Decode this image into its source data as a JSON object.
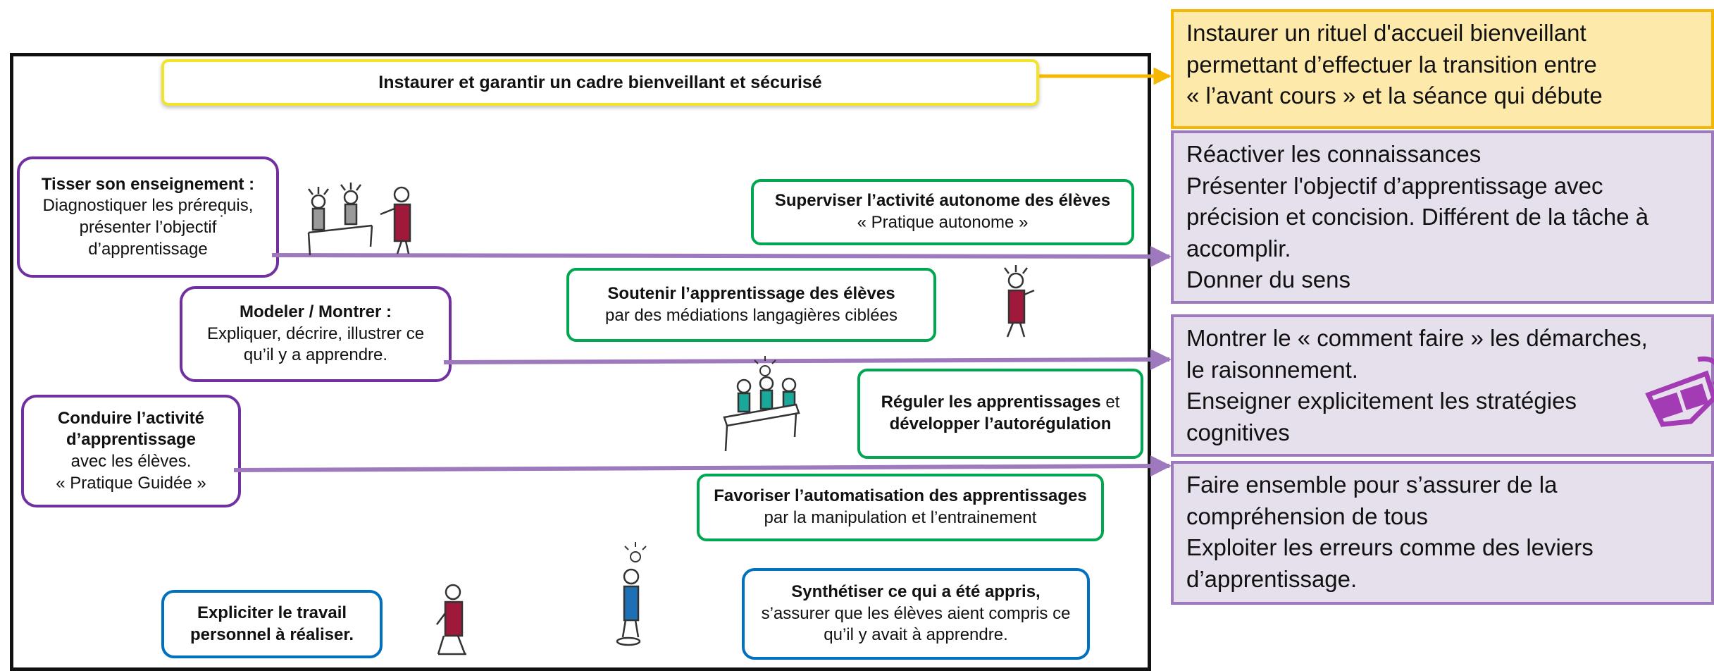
{
  "main": {
    "header": "Instaurer et garantir un cadre bienveillant et sécurisé",
    "tisser": {
      "title": "Tisser son enseignement :",
      "text": "Diagnostiquer les préreq̣uis, présenter l’objectif d’apprentissage"
    },
    "modeler": {
      "title": "Modeler / Montrer :",
      "text": "Expliquer, décrire, illustrer ce qu’il y a apprendre."
    },
    "conduire": {
      "title": "Conduire l’activité d’apprentissage",
      "text": "avec les élèves.\n« Pratique Guidée »"
    },
    "expliciter": {
      "title": "Expliciter le travail personnel à réaliser."
    },
    "superviser": {
      "title": "Superviser l’activité autonome des élèves",
      "text": "« Pratique autonome »"
    },
    "soutenir": {
      "title": "Soutenir l’apprentissage des élèves",
      "text": "par des médiations langagières ciblées"
    },
    "reguler": {
      "title": "Réguler les apprentissages",
      "text_mid": " et ",
      "title2": "développer l’autorégulation"
    },
    "favoriser": {
      "title": "Favoriser l’automatisation des apprentissages",
      "text": "par la manipulation et l’entrainement"
    },
    "synthetiser": {
      "title": "Synthétiser ce qui a été appris,",
      "text": "s’assurer que les élèves aient compris ce qu’il y avait à apprendre."
    }
  },
  "side": {
    "accueil": "Instaurer un rituel d'accueil bienveillant\npermettant d’effectuer la transition entre\n« l’avant cours » et la séance qui débute",
    "reactiver": "Réactiver les connaissances\nPrésenter l'objectif d’apprentissage avec\nprécision et concision. Différent de la tâche à\naccomplir.\nDonner du sens",
    "montrer": "Montrer le « comment faire » les démarches,\nle raisonnement.\nEnseigner explicitement les stratégies\ncognitives",
    "ensemble": "Faire ensemble pour s’assurer de la\ncompréhension de tous\nExploiter les erreurs comme des leviers\nd’apprentissage."
  },
  "colors": {
    "purple": "#7030a0",
    "green": "#00a650",
    "blue": "#0070c0",
    "yellow": "#f2e32b",
    "arrow_purple": "#9e79bd",
    "arrow_yellow": "#f5b700",
    "side_yellow_bg": "#fde9a9",
    "side_purple_bg": "#e6e0ec",
    "student_red": "#a0183a",
    "student_teal": "#1aa89a",
    "student_blue": "#1f6fb5"
  },
  "icons": [
    "teacher-figure-icon",
    "student-figure-icon",
    "desk-icon",
    "lightbulb-icon",
    "3d-glasses-icon"
  ]
}
